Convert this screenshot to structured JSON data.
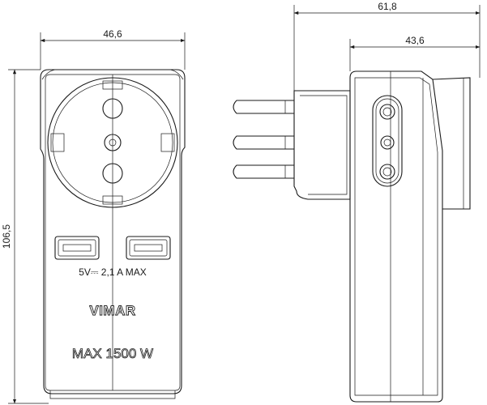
{
  "dimensions": {
    "front_width": "46,6",
    "front_height": "106,5",
    "side_total_depth": "61,8",
    "side_body_depth": "43,6"
  },
  "labels": {
    "usb_rating": "5V⎓ 2,1 A  MAX",
    "brand": "VIMAR",
    "max_power": "MAX 1500 W"
  }
}
